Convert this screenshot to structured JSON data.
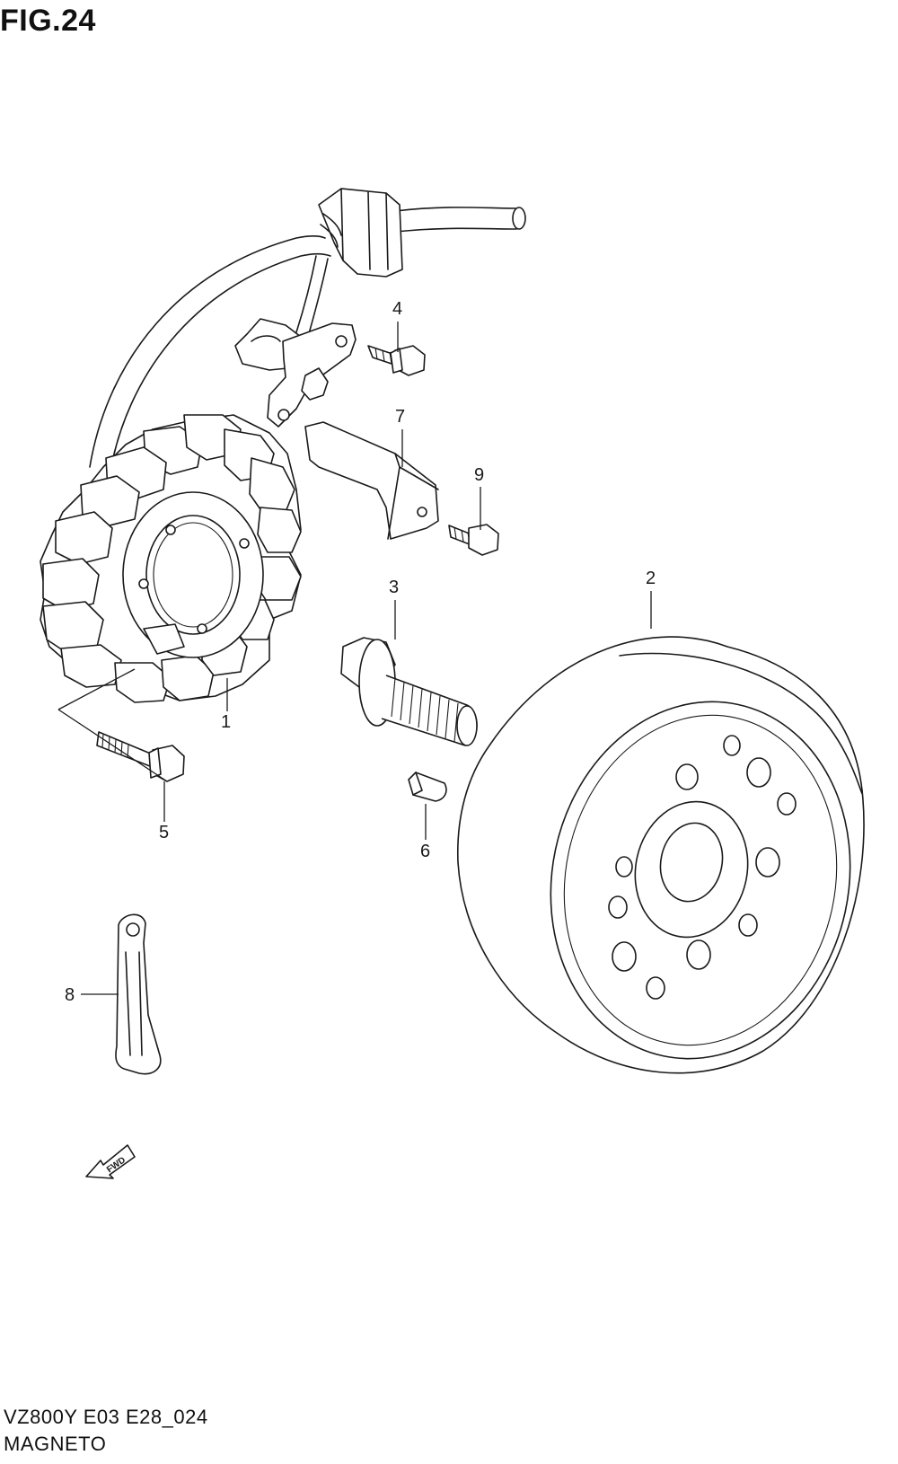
{
  "figure": {
    "title": "FIG.24",
    "model_code": "VZ800Y E03 E28_024",
    "section_name": "MAGNETO",
    "direction_label": "FWD"
  },
  "callouts": [
    {
      "id": "1",
      "label": "1",
      "part": "stator"
    },
    {
      "id": "2",
      "label": "2",
      "part": "rotor"
    },
    {
      "id": "3",
      "label": "3",
      "part": "rotor-bolt"
    },
    {
      "id": "4",
      "label": "4",
      "part": "clamp-bolt"
    },
    {
      "id": "5",
      "label": "5",
      "part": "stator-bolt"
    },
    {
      "id": "6",
      "label": "6",
      "part": "key"
    },
    {
      "id": "7",
      "label": "7",
      "part": "bracket"
    },
    {
      "id": "8",
      "label": "8",
      "part": "strap"
    },
    {
      "id": "9",
      "label": "9",
      "part": "bracket-bolt"
    }
  ]
}
